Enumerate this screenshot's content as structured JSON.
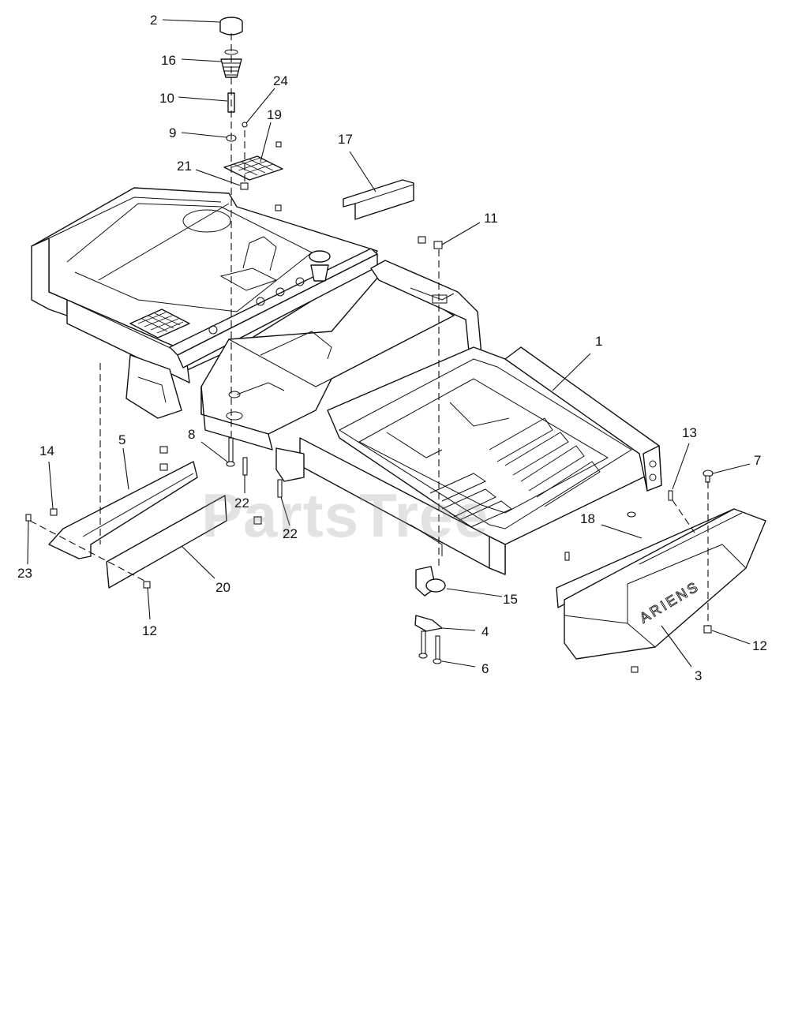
{
  "watermark": "PartsTree",
  "brand_text": "ARIENS",
  "callouts": [
    {
      "label": "2"
    },
    {
      "label": "16"
    },
    {
      "label": "10"
    },
    {
      "label": "24"
    },
    {
      "label": "9"
    },
    {
      "label": "19"
    },
    {
      "label": "17"
    },
    {
      "label": "21"
    },
    {
      "label": "11"
    },
    {
      "label": "1"
    },
    {
      "label": "8"
    },
    {
      "label": "13"
    },
    {
      "label": "7"
    },
    {
      "label": "14"
    },
    {
      "label": "5"
    },
    {
      "label": "22"
    },
    {
      "label": "22"
    },
    {
      "label": "18"
    },
    {
      "label": "23"
    },
    {
      "label": "20"
    },
    {
      "label": "15"
    },
    {
      "label": "12"
    },
    {
      "label": "4"
    },
    {
      "label": "12"
    },
    {
      "label": "6"
    },
    {
      "label": "3"
    }
  ]
}
